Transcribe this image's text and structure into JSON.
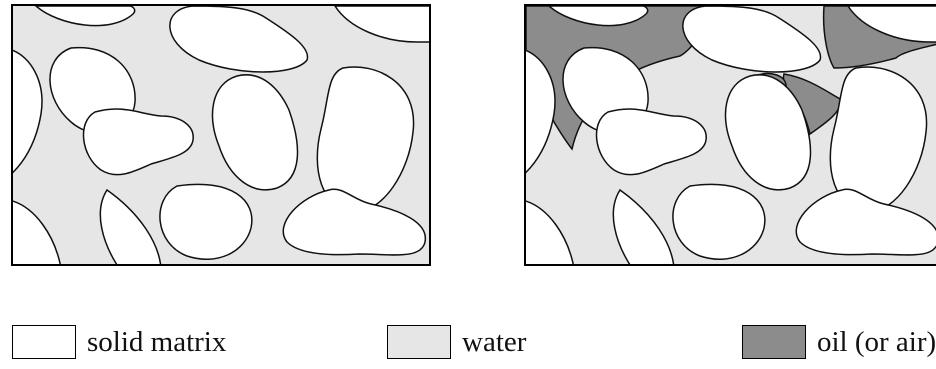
{
  "legend": {
    "items": [
      {
        "label": "solid matrix",
        "color": "#ffffff"
      },
      {
        "label": "water",
        "color": "#e6e6e6"
      },
      {
        "label": "oil (or air)",
        "color": "#8c8c8c"
      }
    ]
  }
}
